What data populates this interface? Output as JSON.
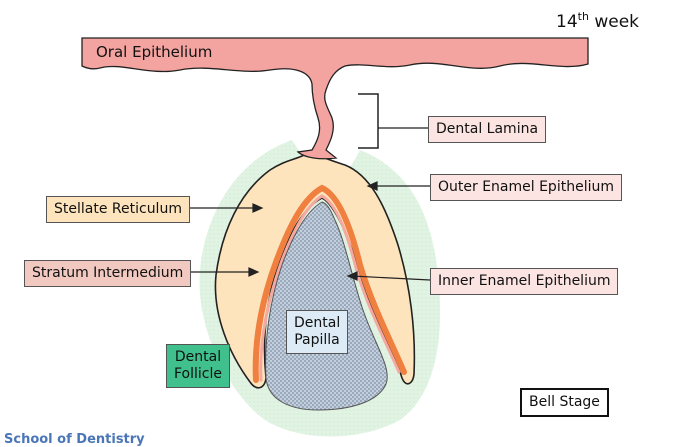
{
  "title": {
    "number": "14",
    "suffix": "th",
    "word": "week"
  },
  "labels": {
    "oral_epithelium": "Oral Epithelium",
    "dental_lamina": "Dental Lamina",
    "outer_enamel_epithelium": "Outer Enamel Epithelium",
    "stellate_reticulum": "Stellate Reticulum",
    "stratum_intermedium": "Stratum Intermedium",
    "inner_enamel_epithelium": "Inner Enamel Epithelium",
    "dental_papilla": "Dental Papilla",
    "dental_follicle": "Dental Follicle",
    "stage": "Bell Stage"
  },
  "footer": "School of Dentistry",
  "colors": {
    "oral_epithelium": "#f3a4a0",
    "enamel_organ": "#fde4bd",
    "stratum_intermedium": "#f08040",
    "dental_papilla": "#b8c6d6",
    "dental_follicle": "#d9f0da",
    "dental_follicle_label": "#3fc08c"
  }
}
